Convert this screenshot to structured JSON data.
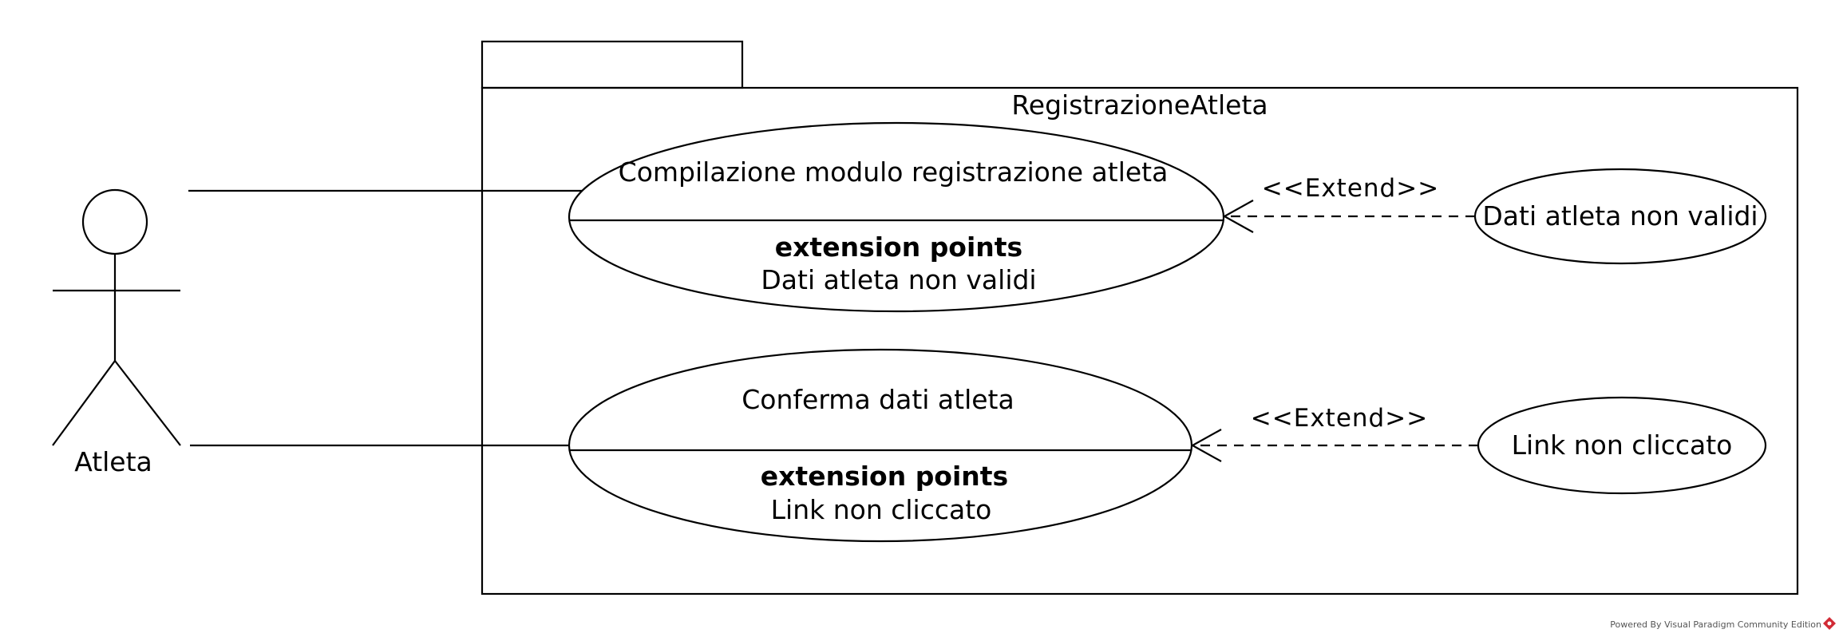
{
  "package": {
    "name": "RegistrazioneAtleta"
  },
  "actor": {
    "name": "Atleta"
  },
  "use_cases": [
    {
      "name": "Compilazione modulo registrazione atleta",
      "extension_points_heading": "extension points",
      "extension_point": "Dati atleta non validi"
    },
    {
      "name": "Conferma dati atleta",
      "extension_points_heading": "extension points",
      "extension_point": "Link non cliccato"
    }
  ],
  "extending_use_cases": [
    {
      "name": "Dati atleta non validi"
    },
    {
      "name": "Link non cliccato"
    }
  ],
  "relationships": [
    {
      "stereotype": "<<Extend>>"
    },
    {
      "stereotype": "<<Extend>>"
    }
  ],
  "footer": {
    "text": "Powered By Visual Paradigm Community Edition"
  }
}
